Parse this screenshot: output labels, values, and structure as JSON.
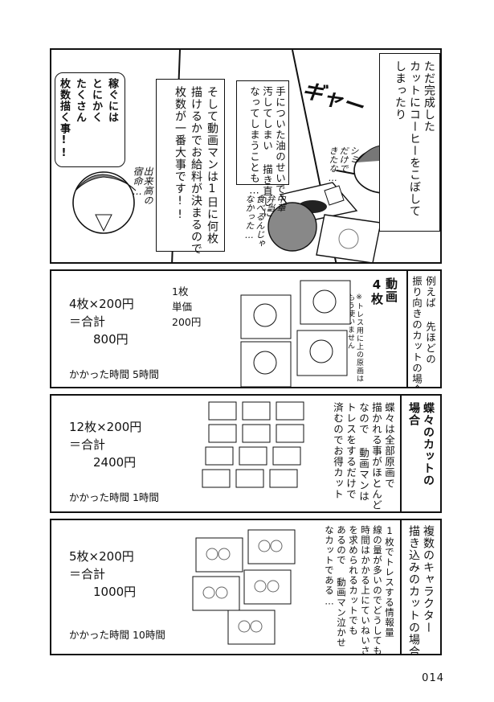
{
  "top_panel": {
    "narration_right": "ただ完成した\nカットにコーヒーをこぼして\nしまったり",
    "sfx": "ギャー",
    "handwritten_shimi": "シミ\nだけで\nきたな…",
    "handwritten_bento": "中華\n弁当\n食べるんじゃ\nなかった…",
    "narration_oil": "手についた油のせいで\n汚してしまい 描き直しに\nなってしまうことも…",
    "narration_wage": "そして動画マンは1日に何枚\n描けるかでお給料が決まるので\n枚数が一番大事です!!",
    "shout": "稼ぐには\nとにかく\nたくさん\n枚数描く事!!",
    "handwritten_fate": "出来高の\n宿命…"
  },
  "panel2": {
    "side_caption": "例えば 先ほどの\n振り向きのカットの場合",
    "douga_label": "動画\n4枚",
    "note": "※トレス用に上の原画は\nもう使いません",
    "unit_label": "1枚\n単価\n200円",
    "calc": "4枚×200円\n＝合計\n　　800円",
    "time": "かかった時間 5時間"
  },
  "panel3": {
    "side_caption": "蝶々のカットの\n場合",
    "description": "蝶々は全部原画で\n描かれる事がほとんど\nなので 動画マンは\nトレスをするだけで\n済むのでお得カット",
    "calc": "12枚×200円\n＝合計\n　　2400円",
    "time": "かかった時間 1時間"
  },
  "panel4": {
    "side_caption": "複数のキャラクター\n描き込みのカットの場合",
    "description": "1枚でトレスする情報量\n線の量が多いのでどうしても\n時間はかかる上にていねいさ\nを求められるカットでも\nあるので 動画マン泣かせ\nなカットである…",
    "calc": "5枚×200円\n＝合計\n　　1000円",
    "time": "かかった時間 10時間"
  },
  "page_number": "014"
}
